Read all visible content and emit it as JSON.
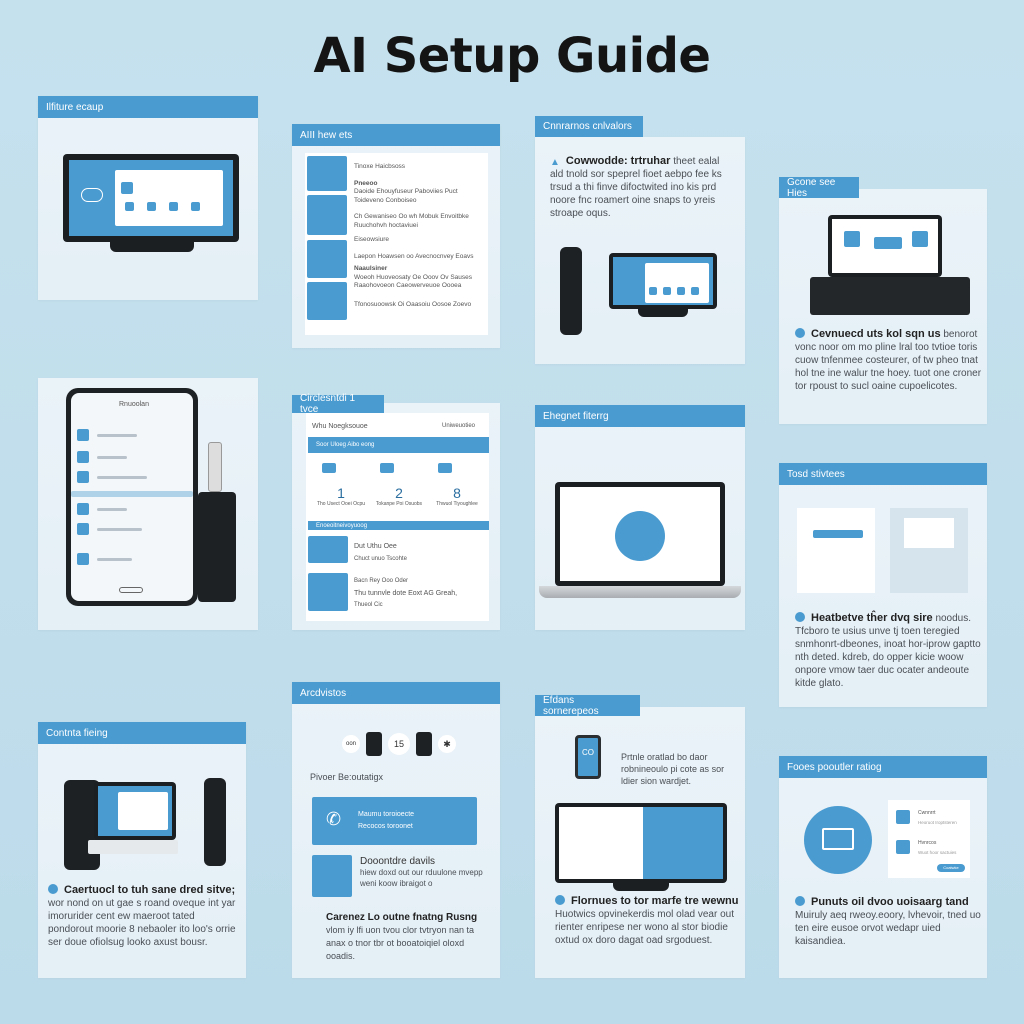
{
  "title": "AI Setup Guide",
  "cards": {
    "c1": {
      "header": "Ilfiture ecaup"
    },
    "c2": {
      "header": "AIII hew ets",
      "items": [
        "Tinoxe Haicbsoss",
        "Pneeoo",
        "Daoide Ehouyfuseur Paboviies Puct Toideveno Conboiseo",
        "Ch Gewaniseo Oo wh Mobuk Envoitbke Ruuchohvh hoctaviuei",
        "Eiseowsiure",
        "Laepon Hoawsen oo Avecnocnvey Eoavs",
        "Naaulsiner",
        "Woeoh Huoveosaty Oe Ooov Ov Sauses Raaohovoeon Caeowerveuoe Oooea",
        "Tfonosuoowsk Oi Oaasoiu Oosoe Zoevo"
      ]
    },
    "c3": {
      "header": "Cnnrarnos cnlvalors",
      "lead": "Cowwodde: trtruhar",
      "body": "theet ealal ald tnold sor speprel fioet aebpo fee ks trsud a thi finve difoctwited ino kis prd noore fnc roamert oine snaps to yreis stroape oqus."
    },
    "c4": {
      "header": "Gcone see Hies",
      "lead": "Cevnuecd uts kol sqn us",
      "body": "benorot vonc noor om mo pline lral too tvtioe toris cuow tnfenmee costeurer, of tw pheo tnat hol tne ine walur tne hoey. tuot one croner tor rpoust to sucl oaine cupoelicotes."
    },
    "c5": {
      "screen_title": "Rnuoolan"
    },
    "c6": {
      "header": "Circlesntdi 1 tvce",
      "topbar": "Whu Noegksouoe",
      "topbar_right": "Uniweuotieo",
      "banner": "Soor Uloeg Aibo eong",
      "stats": [
        {
          "value": "1",
          "label": "Tho Usect Ooei Ocpu"
        },
        {
          "value": "2",
          "label": "Tokanpe Poi Osuobs"
        },
        {
          "value": "8",
          "label": "Thwuol Tiyoughlee"
        }
      ],
      "section": "Enoeoitneivoyuoog",
      "row1_title": "Dut Uthu Oee",
      "row1_sub": "Chuct unuo Tscohte",
      "row2_title": "Bacn Rey Ooo Oder",
      "row2_sub": "Thu tunnvle dote Eoxt AG Greah,",
      "row2_sub2": "Thueol Cic"
    },
    "c7": {
      "header": "Ehegnet fiterrg"
    },
    "c8": {
      "header": "Tosd stivtees",
      "lead": "Heatbetve tĥer dvq sire",
      "body": "noodus. Tfcboro te usius unve tj toen teregied snmhonrt-dbeones, inoat hor-iprow gaptto nth deted. kdreb, do opper kicie woow onpore vmow taer duc ocater andeoute kitde glato."
    },
    "c9": {
      "header": "Contnta fieing",
      "lead": "Caertuocl to tuh sane dred sitve;",
      "body": "wor nond on ut gae s roand oveque int yar imorurider cent ew maeroot tated pondorout moorie 8 nebaoler ito loo's orrie ser doue ofiolsug looko axust bousr."
    },
    "c10": {
      "header": "Arcdvistos",
      "icons": [
        "oon",
        "15",
        "✱"
      ],
      "subheading": "Pivoer Be:outatigx",
      "callout1": "Maumu toroioecte",
      "callout2": "Recocos toroonet",
      "item_title": "Dooontdre davils",
      "item_body": "hiew doxd out our rduulone mvepp weni koow ibraigot o",
      "lead": "Carenez Lo outne fnatng Rusng",
      "body": "vlom iy lfi uon tvou clor tvtryon nan ta anax o tnor tbr ot booatoiqiel oloxd ooadis."
    },
    "c11": {
      "header": "Efdans sornerepeos",
      "phone_label": "CO",
      "note": "Prtnle oratlad bo daor robnineoulo pi cote as sor ldier sion wardjet.",
      "lead": "Flornues to tor marfe tre wewnu",
      "body": "Huotwics opvinekerdis mol olad vear out rienter enripese ner wono al stor biodie oxtud ox doro dagat oad srgoduest."
    },
    "c12": {
      "header": "Fooes pooutler ratiog",
      "items": [
        {
          "title": "Cwnnrrt",
          "sub": "Heoruot Iroptsteren"
        },
        {
          "title": "Hvnrcos",
          "sub": "Wuot hoor sactuies"
        }
      ],
      "button": "Coatwke",
      "lead": "Punuts oil dvoo uoisaarg tand",
      "body": "Muiruly aeq rweoy.eoory, lvhevoir, tned uo ten eire eusoe orvot wedapr uied kaisandiea."
    }
  },
  "colors": {
    "accent": "#4a9bd0",
    "background": "#c6e1ee",
    "device": "#1c1f22"
  }
}
